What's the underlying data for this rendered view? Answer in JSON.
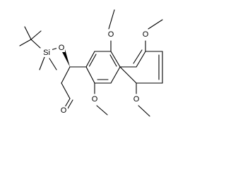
{
  "molecule": {
    "atoms": {
      "o_tbs": "O",
      "si": "Si",
      "o_aldehyde": "O",
      "o_c1": "O",
      "o_c4": "O",
      "o_c5": "O",
      "o_c8": "O"
    }
  },
  "colors": {
    "bond": "#000000",
    "label": "#000000",
    "background": "#ffffff"
  }
}
